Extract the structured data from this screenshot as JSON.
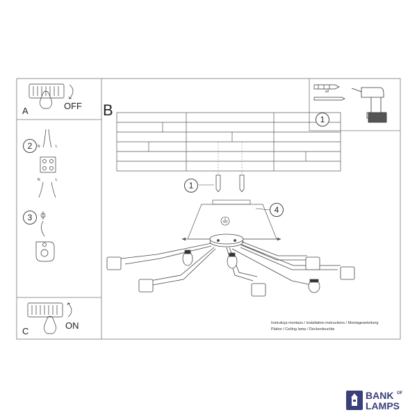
{
  "panels": {
    "a": {
      "letter": "A",
      "state_label": "OFF"
    },
    "b": {
      "letter": "B"
    },
    "c": {
      "letter": "C",
      "state_label": "ON"
    }
  },
  "steps": {
    "step1_main": "1",
    "step1_box": "1",
    "step2": "2",
    "step3": "3",
    "step4": "4"
  },
  "wiring": {
    "n_top": "N",
    "l_top": "L",
    "n_bottom": "N",
    "l_bottom": "L"
  },
  "kit": {
    "screw_count": "x2"
  },
  "caption": {
    "line1": "Instrukcja montażu / installation instructions / Montageanleitung",
    "line2": "Plafon / Ceiling lamp / Deckenleuchte"
  },
  "brand": {
    "line1": "BANK",
    "of": "OF",
    "line2": "LAMPS",
    "color": "#3a3f7a"
  }
}
